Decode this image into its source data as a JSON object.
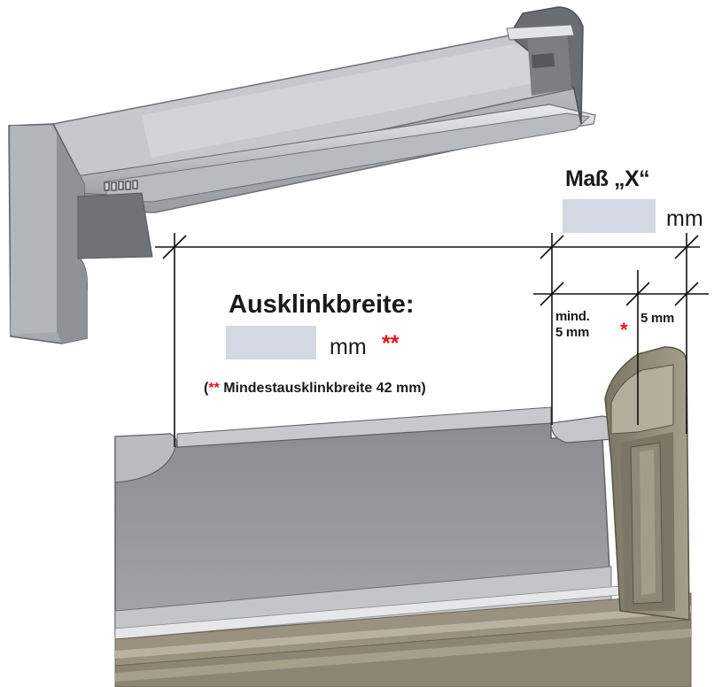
{
  "mass_x": {
    "title": "Maß „X“",
    "unit": "mm",
    "value": ""
  },
  "ausklinkbreite": {
    "title": "Ausklinkbreite:",
    "unit": "mm",
    "stars": "**",
    "value": ""
  },
  "note": {
    "open": "(",
    "stars": "**",
    "text": " Mindestausklinkbreite 42 mm)"
  },
  "dimensions": {
    "mind_line1": "mind.",
    "mind_line2": "5 mm",
    "mind_star": "*",
    "five": "5 mm"
  },
  "colors": {
    "field": "#d4d8e3",
    "asterisk": "#e3141b",
    "sill_gray": "#8e9196",
    "end_cap_taupe": "#8d8573"
  }
}
